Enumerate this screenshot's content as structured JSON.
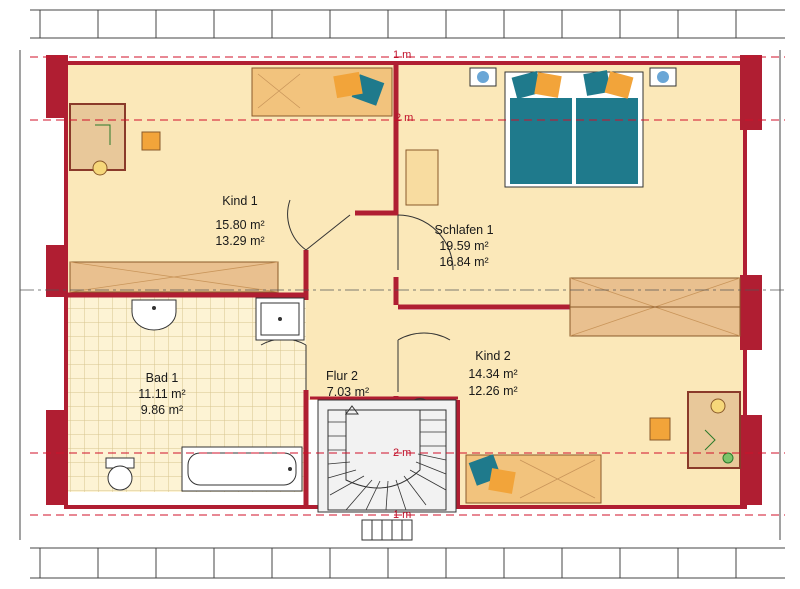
{
  "colors": {
    "wall": "#b01e32",
    "floor": "#fbe8b9",
    "tile": "#fdf3d4",
    "tile_line": "#d8c48e",
    "dashed": "#d0102a",
    "bedding": "#1f7a8c",
    "pillow_orange": "#f2a43a",
    "desk": "#e8c89a",
    "wardrobe": "#e9c08f",
    "stair": "#f2f2f2"
  },
  "rooms": [
    {
      "id": "kind1",
      "name": "Kind 1",
      "area_total": "15.80 m²",
      "area_net": "13.29 m²"
    },
    {
      "id": "schlafen1",
      "name": "Schlafen 1",
      "area_total": "19.59 m²",
      "area_net": "16.84 m²"
    },
    {
      "id": "kind2",
      "name": "Kind 2",
      "area_total": "14.34 m²",
      "area_net": "12.26 m²"
    },
    {
      "id": "bad1",
      "name": "Bad 1",
      "area_total": "11.11 m²",
      "area_net": "9.86 m²"
    },
    {
      "id": "flur2",
      "name": "Flur 2",
      "area_total": "7.03 m²"
    }
  ],
  "height_lines": [
    {
      "id": "top",
      "label": "1 m"
    },
    {
      "id": "upper",
      "label": "2 m"
    },
    {
      "id": "lower",
      "label": "2 m"
    },
    {
      "id": "bottom",
      "label": "1 m"
    }
  ],
  "icons": [
    "bed-icon",
    "desk-icon",
    "chair-icon",
    "plant-icon",
    "wardrobe-icon",
    "toilet-icon",
    "sink-icon",
    "shower-icon",
    "bathtub-icon",
    "staircase-icon",
    "door-icon",
    "nightstand-icon"
  ]
}
